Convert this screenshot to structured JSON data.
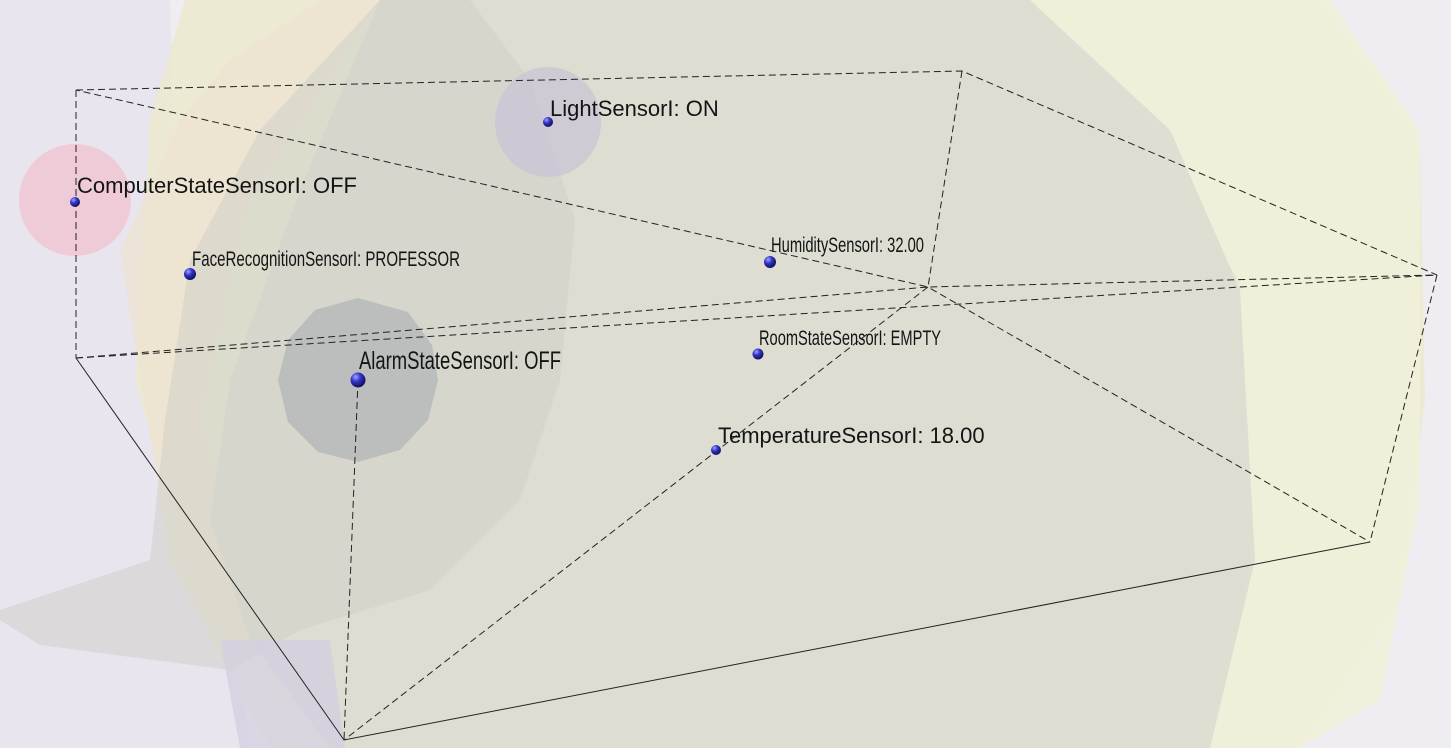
{
  "scene": {
    "sensors": [
      {
        "id": "light",
        "label": "LightSensorI: ON"
      },
      {
        "id": "computer-state",
        "label": "ComputerStateSensorI: OFF"
      },
      {
        "id": "face-recognition",
        "label": "FaceRecognitionSensorI: PROFESSOR"
      },
      {
        "id": "humidity",
        "label": "HumiditySensorI: 32.00"
      },
      {
        "id": "room-state",
        "label": "RoomStateSensorI: EMPTY"
      },
      {
        "id": "alarm-state",
        "label": "AlarmStateSensorI: OFF"
      },
      {
        "id": "temperature",
        "label": "TemperatureSensorI: 18.00"
      }
    ],
    "colors": {
      "background": "#efedf2",
      "sensor_node": "#2a2ab8",
      "coverage_yellow": "#f0ecc8",
      "coverage_gray": "#c8c8c0",
      "coverage_pink": "#f2c4d2",
      "coverage_lavender": "#d2c8e2",
      "alarm_zone": "#a9b0b6",
      "box_edge": "#222222"
    }
  }
}
